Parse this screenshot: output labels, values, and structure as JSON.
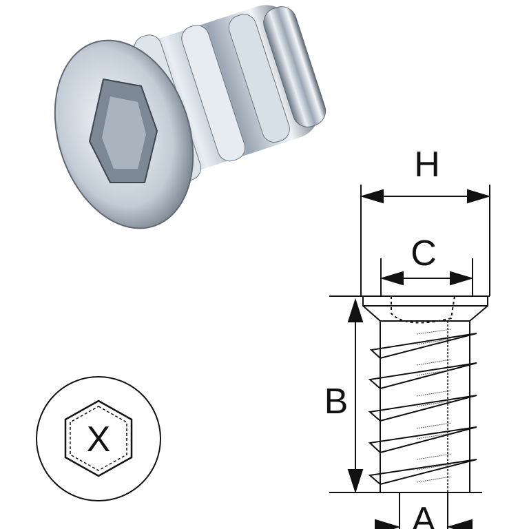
{
  "dimensions": {
    "h_label": "H",
    "c_label": "C",
    "b_label": "B",
    "a_label": "A",
    "x_label": "X"
  },
  "colors": {
    "line": "#111111",
    "metal": "#b8c4d0"
  }
}
